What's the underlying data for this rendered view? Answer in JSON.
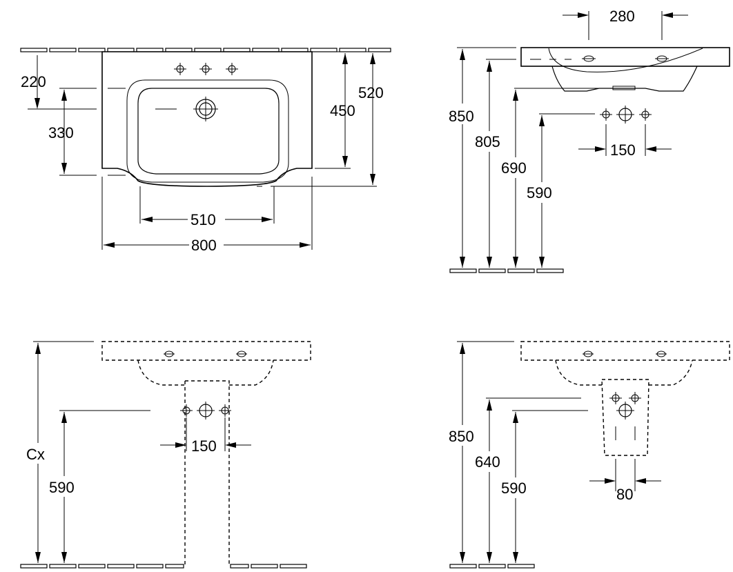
{
  "views": {
    "top_view": {
      "dims": {
        "d220": "220",
        "d330": "330",
        "d450": "450",
        "d520": "520",
        "d510": "510",
        "d800": "800"
      }
    },
    "side_view": {
      "dims": {
        "d280": "280",
        "d850": "850",
        "d805": "805",
        "d690": "690",
        "d590": "590",
        "d150": "150"
      }
    },
    "pedestal_view": {
      "dims": {
        "cx": "Cx",
        "d590": "590",
        "d150": "150"
      }
    },
    "semi_pedestal_view": {
      "dims": {
        "d850": "850",
        "d640": "640",
        "d590": "590",
        "d80": "80"
      }
    }
  }
}
